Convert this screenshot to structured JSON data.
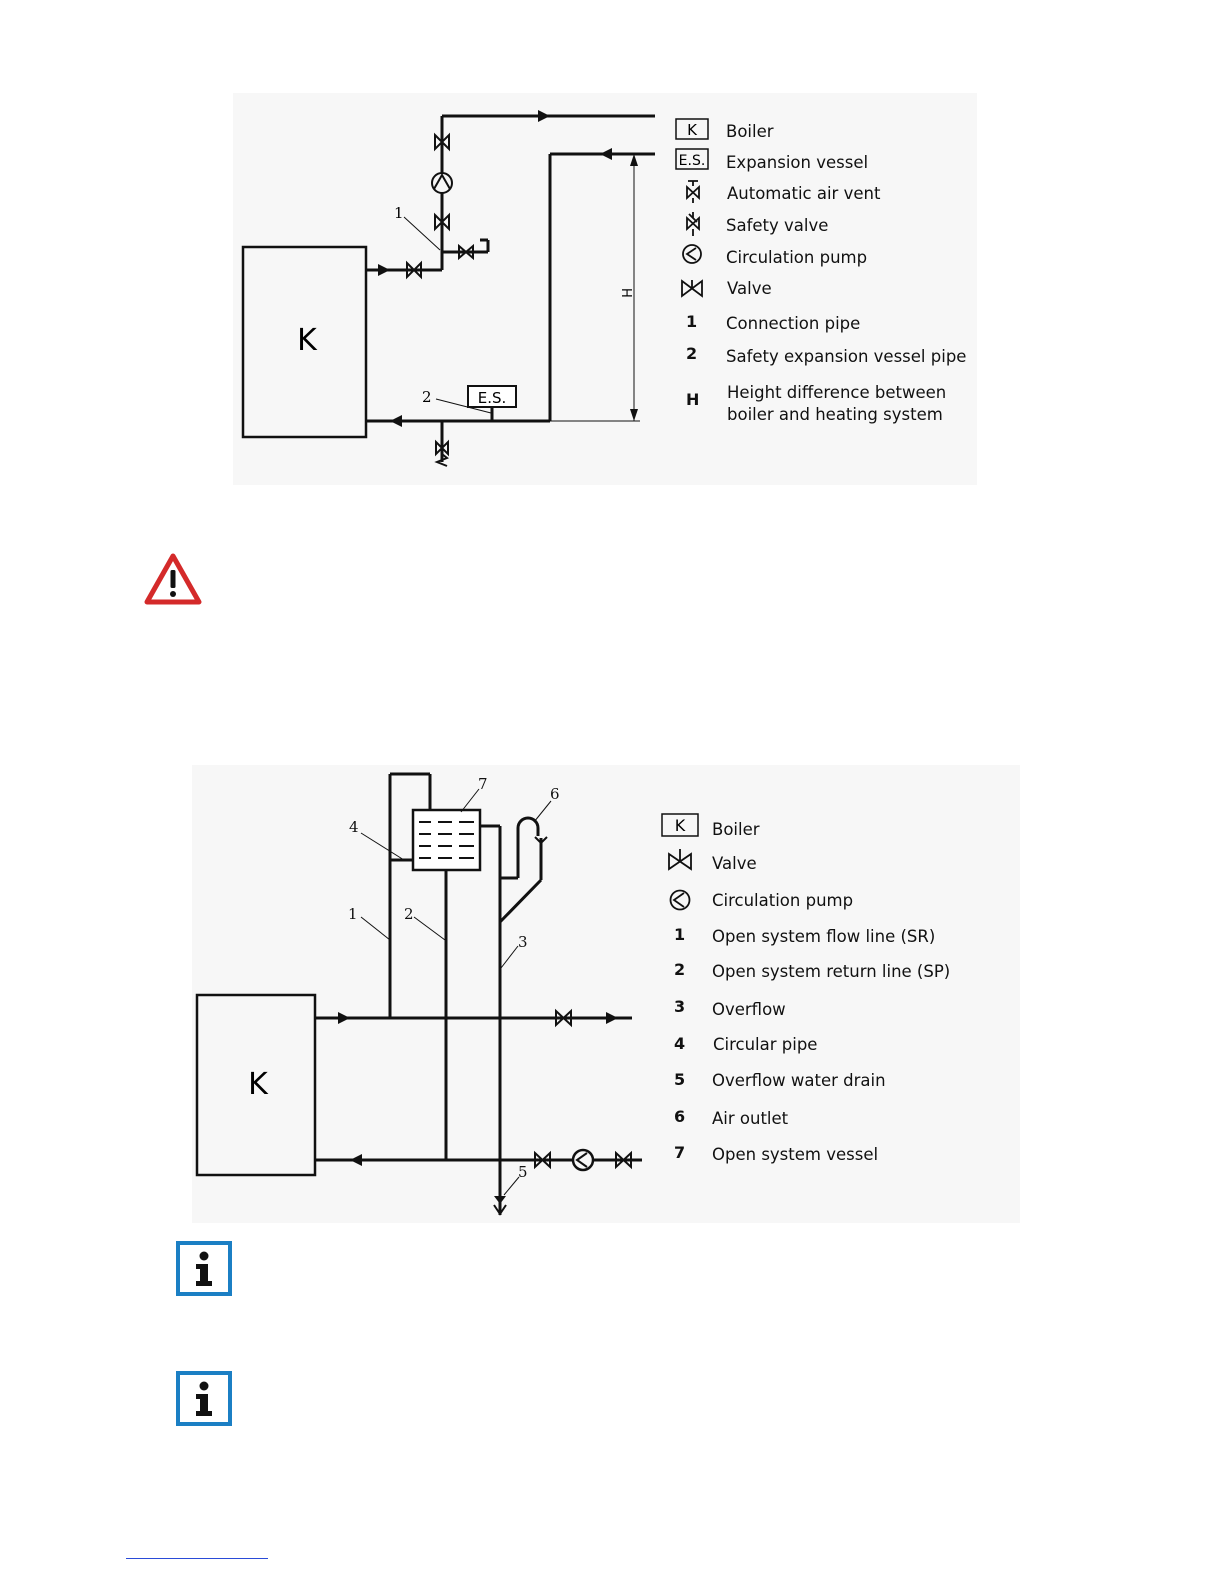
{
  "diagram1": {
    "boiler_label": "K",
    "es_label": "E.S.",
    "callout_1": "1",
    "callout_2": "2",
    "dimension_label": "H",
    "legend": {
      "boiler_symbol": "K",
      "boiler": "Boiler",
      "es_symbol": "E.S.",
      "expansion_vessel": "Expansion vessel",
      "air_vent": "Automatic air vent",
      "safety_valve": "Safety valve",
      "pump": "Circulation pump",
      "valve": "Valve",
      "n1": "1",
      "connection_pipe": "Connection pipe",
      "n2": "2",
      "safety_pipe": "Safety expansion vessel pipe",
      "nH": "H",
      "height_line1": "Height difference between",
      "height_line2": "boiler and heating system"
    }
  },
  "warning_icon": "warning-triangle-icon",
  "diagram2": {
    "boiler_label": "K",
    "callouts": [
      "1",
      "2",
      "3",
      "4",
      "5",
      "6",
      "7"
    ],
    "legend": {
      "boiler_symbol": "K",
      "boiler": "Boiler",
      "valve": "Valve",
      "pump": "Circulation pump",
      "n1": "1",
      "l1": "Open system flow  line (SR)",
      "n2": "2",
      "l2": "Open system return line (SP)",
      "n3": "3",
      "l3": "Overflow",
      "n4": "4",
      "l4": "Circular pipe",
      "n5": "5",
      "l5": "Overflow water drain",
      "n6": "6",
      "l6": "Air outlet",
      "n7": "7",
      "l7": "Open system vessel"
    }
  },
  "info_icons": [
    "info-icon",
    "info-icon"
  ],
  "colors": {
    "warning_red": "#d42a2a",
    "info_blue": "#1b7fc4",
    "diagram_bg": "#f7f7f7"
  }
}
